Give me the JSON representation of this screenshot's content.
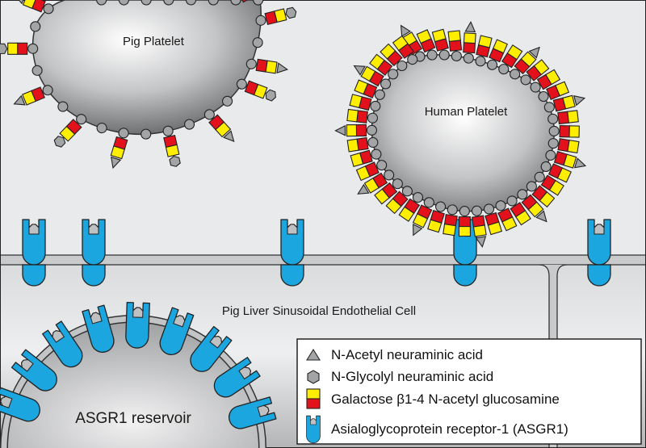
{
  "labels": {
    "pig_platelet": "Pig Platelet",
    "human_platelet": "Human Platelet",
    "endothelial_cell": "Pig Liver Sinusoidal Endothelial Cell",
    "reservoir": "ASGR1 reservoir"
  },
  "legend": {
    "neu5ac": "N-Acetyl neuraminic acid",
    "neu5gc": "N-Glycolyl neuraminic acid",
    "galactose": "Galactose β1-4 N-acetyl glucosamine",
    "asgr1": "Asialoglycoprotein receptor-1 (ASGR1)"
  },
  "colors": {
    "background": "#e9eaeb",
    "galactose": "#ffee00",
    "glcnac": "#e3111b",
    "receptor": "#1ba6df",
    "sialic": "#a3a4a6",
    "membrane": "#c9cacb"
  },
  "icons": [
    "triangle-icon",
    "hexagon-icon",
    "galactose-glcnac-icon",
    "receptor-icon"
  ]
}
